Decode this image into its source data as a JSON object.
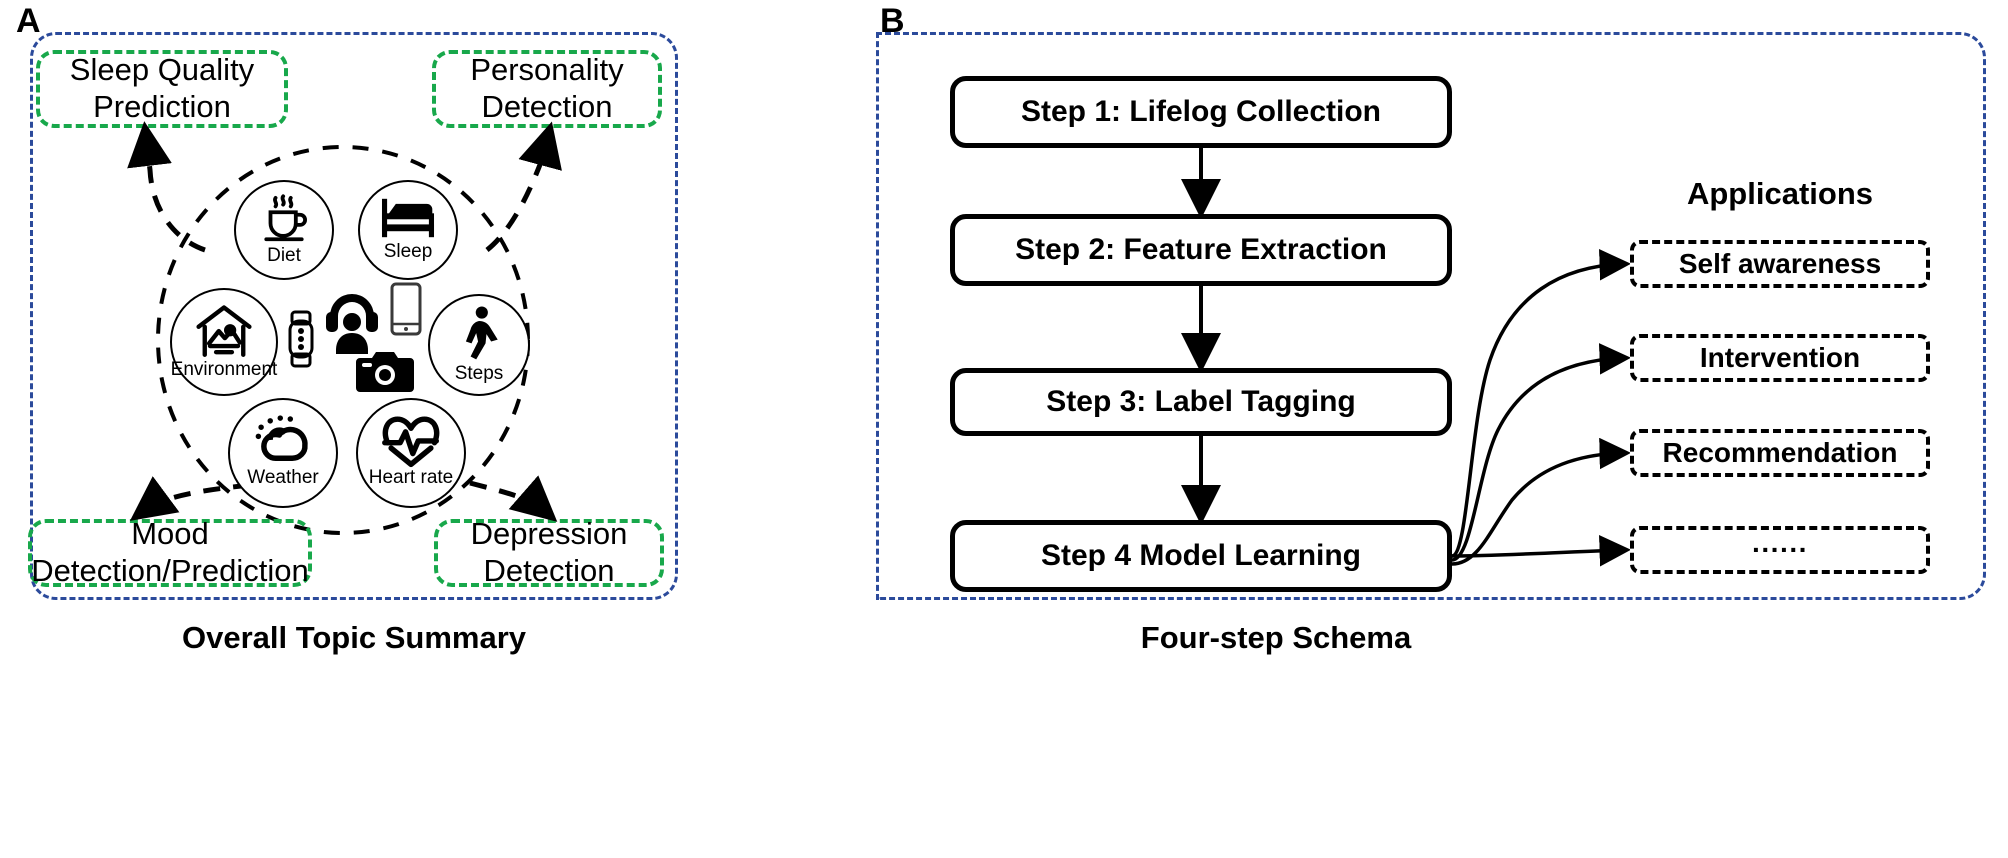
{
  "figure": {
    "panels": [
      {
        "letter": "A",
        "caption": "Overall Topic Summary",
        "topic_boxes": [
          {
            "id": "sleep-quality-prediction",
            "line1": "Sleep Quality",
            "line2": "Prediction"
          },
          {
            "id": "personality-detection",
            "line1": "Personality",
            "line2": "Detection"
          },
          {
            "id": "mood-detection-prediction",
            "line1": "Mood",
            "line2": "Detection/Prediction"
          },
          {
            "id": "depression-detection",
            "line1": "Depression",
            "line2": "Detection"
          }
        ],
        "modality_circles": [
          {
            "id": "diet",
            "label": "Diet",
            "icon": "coffee-cup-icon"
          },
          {
            "id": "sleep",
            "label": "Sleep",
            "icon": "bed-icon"
          },
          {
            "id": "environment",
            "label": "Environment",
            "icon": "house-landscape-icon"
          },
          {
            "id": "steps",
            "label": "Steps",
            "icon": "walking-person-icon"
          },
          {
            "id": "weather",
            "label": "Weather",
            "icon": "sun-cloud-icon"
          },
          {
            "id": "heart-rate",
            "label": "Heart rate",
            "icon": "heart-pulse-icon"
          }
        ],
        "devices": [
          {
            "id": "smartwatch",
            "icon": "smartwatch-icon"
          },
          {
            "id": "headset-user",
            "icon": "headset-user-icon"
          },
          {
            "id": "smartphone",
            "icon": "smartphone-icon"
          },
          {
            "id": "camera",
            "icon": "camera-icon"
          }
        ]
      },
      {
        "letter": "B",
        "caption": "Four-step Schema",
        "applications_title": "Applications",
        "steps": [
          {
            "id": "step-1",
            "label": "Step 1: Lifelog Collection"
          },
          {
            "id": "step-2",
            "label": "Step 2: Feature Extraction"
          },
          {
            "id": "step-3",
            "label": "Step 3: Label Tagging"
          },
          {
            "id": "step-4",
            "label": "Step 4 Model Learning"
          }
        ],
        "applications": [
          {
            "id": "self-awareness",
            "label": "Self awareness"
          },
          {
            "id": "intervention",
            "label": "Intervention"
          },
          {
            "id": "recommendation",
            "label": "Recommendation"
          },
          {
            "id": "ellipsis",
            "label": "······"
          }
        ]
      }
    ],
    "colors": {
      "container_border": "#2b4a9b",
      "topic_border": "#18a84b",
      "step_border": "#000000",
      "app_border": "#000000"
    }
  }
}
